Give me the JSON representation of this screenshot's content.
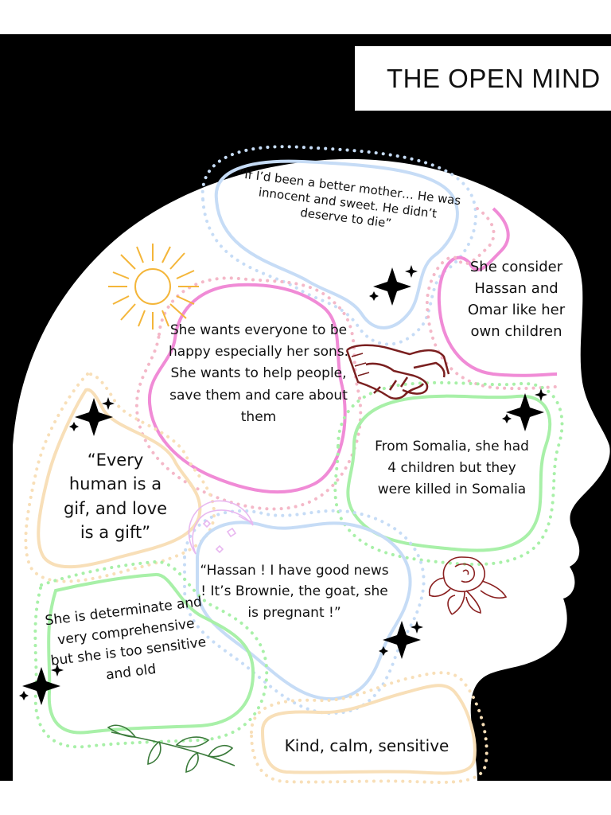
{
  "title": "THE OPEN MIND",
  "colors": {
    "background": "#000000",
    "head": "#ffffff",
    "blue": "#c6dcf6",
    "pink": "#f08bd6",
    "green": "#a8f0a8",
    "peach": "#f8dfb8",
    "dot_pink": "#f4b8c8",
    "sun": "#f4b63a",
    "hands": "#7a1f1f",
    "rose": "#8a1f1f",
    "leaf": "#3a7a3a",
    "moon": "#e8b8f0"
  },
  "bubbles": {
    "quote_mother": "“If I’d been a better mother… He was innocent and sweet. He didn’t deserve to die”",
    "consider": "She consider Hassan and Omar like her own children",
    "wants": "She wants everyone to be happy especially her sons. She wants to help people, save them and care about them",
    "every_human": "“Every human is a gif, and love is a gift”",
    "somalia": "From Somalia, she had 4 children but they were killed in Somalia",
    "hassan_news": "“Hassan ! I have good news ! It’s Brownie, the goat, she is pregnant !”",
    "determinate": "She is determinate and very comprehensive but she is too sensitive and old",
    "kind": "Kind, calm, sensitive"
  },
  "icons": {
    "sun": "sun-icon",
    "handshake": "handshake-icon",
    "rose": "rose-icon",
    "moon": "moon-icon",
    "sparkle": "sparkle-icon",
    "leaf": "leaf-branch-icon"
  }
}
